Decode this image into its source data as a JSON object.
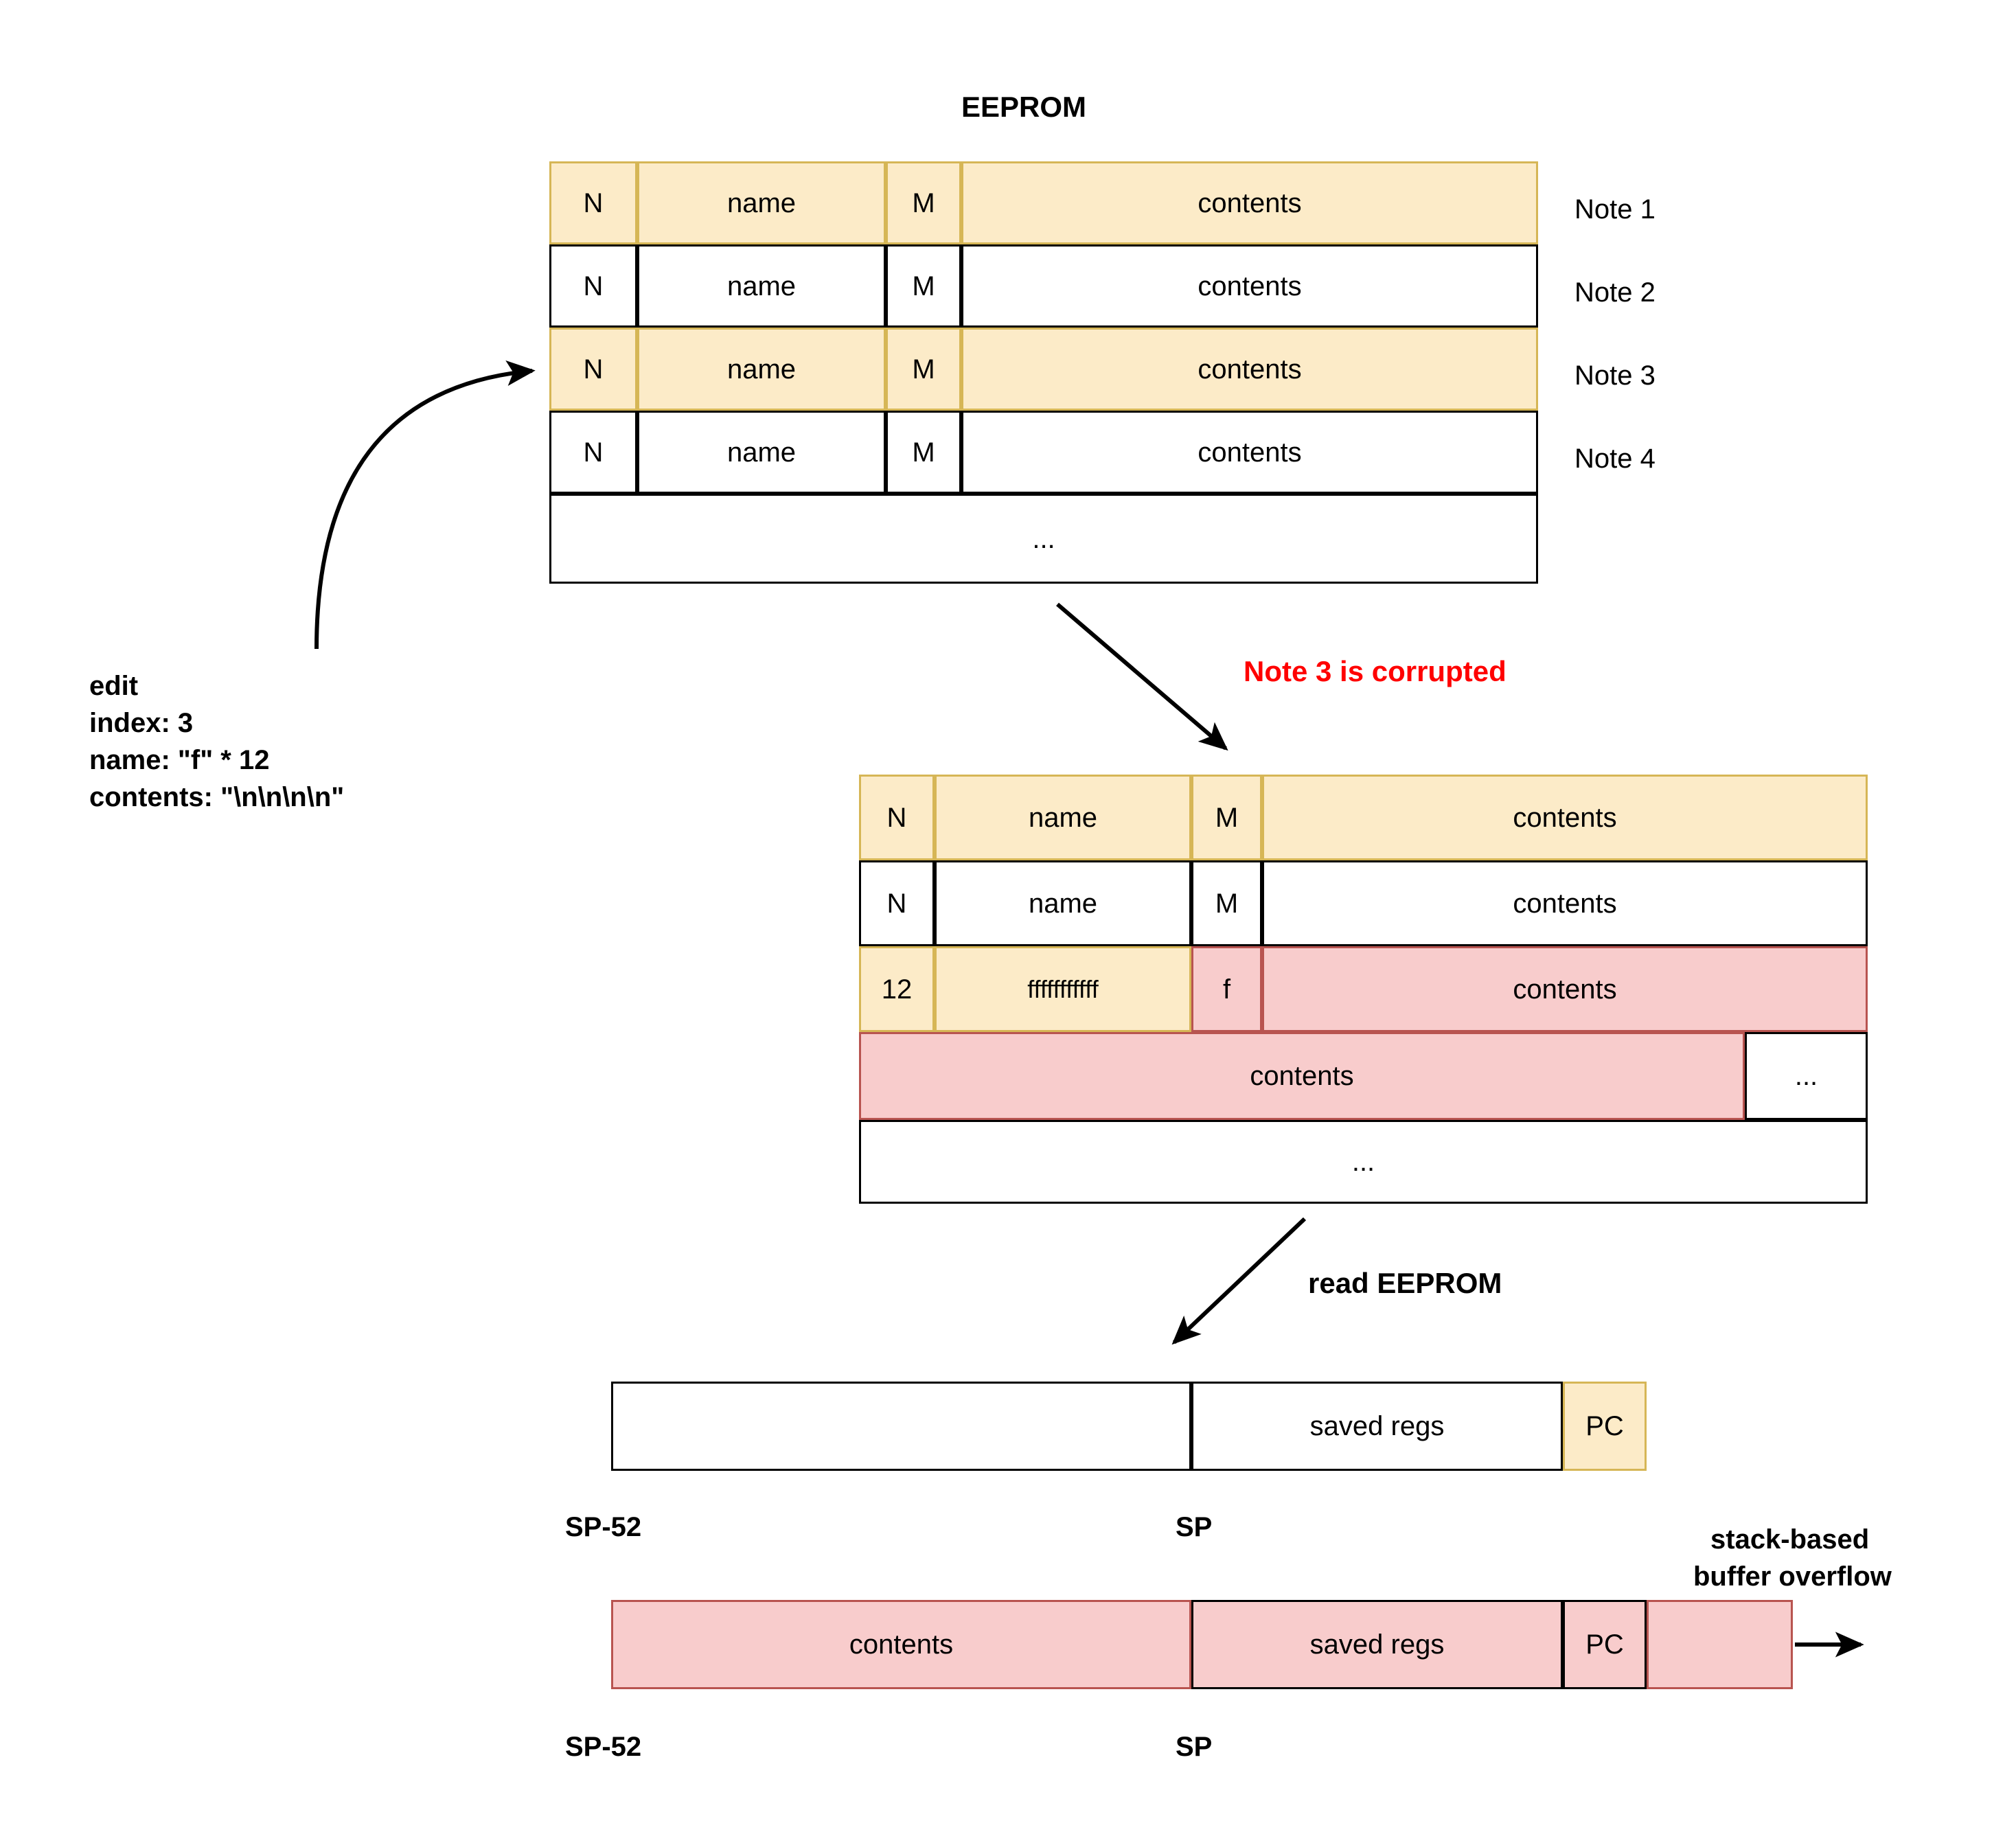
{
  "diagram": {
    "title": "EEPROM",
    "eeprom_table": {
      "name": "eeprom-table",
      "columns": [
        "N",
        "name",
        "M",
        "contents"
      ],
      "rows": [
        {
          "cells": [
            "N",
            "name",
            "M",
            "contents"
          ],
          "highlight": "yellow",
          "side_label": "Note 1"
        },
        {
          "cells": [
            "N",
            "name",
            "M",
            "contents"
          ],
          "highlight": "none",
          "side_label": "Note 2"
        },
        {
          "cells": [
            "N",
            "name",
            "M",
            "contents"
          ],
          "highlight": "yellow",
          "side_label": "Note 3"
        },
        {
          "cells": [
            "N",
            "name",
            "M",
            "contents"
          ],
          "highlight": "none",
          "side_label": "Note 4"
        }
      ],
      "ellipsis_row": "..."
    },
    "edit_block": {
      "line1": "edit",
      "line2": "index: 3",
      "line3": "name: \"f\" * 12",
      "line4": "contents: \"\\n\\n\\n\\n\""
    },
    "corrupted_note_label": "Note 3 is corrupted",
    "corrupted_table": {
      "name": "corrupted-eeprom-table",
      "row1": {
        "cells": [
          "N",
          "name",
          "M",
          "contents"
        ],
        "highlight": "yellow"
      },
      "row2": {
        "cells": [
          "N",
          "name",
          "M",
          "contents"
        ],
        "highlight": "none"
      },
      "row3": {
        "n": "12",
        "name": "fffffffffff",
        "m": "f",
        "contents": "contents"
      },
      "row4": {
        "contents": "contents",
        "ellipsis": "..."
      },
      "ellipsis_row": "..."
    },
    "read_eeprom_label": "read EEPROM",
    "stack_normal": {
      "name": "stack-before",
      "buffer": "",
      "saved_regs": "saved regs",
      "pc": "PC",
      "left_marker": "SP-52",
      "sp_marker": "SP"
    },
    "stack_overflow": {
      "name": "stack-after",
      "contents": "contents",
      "saved_regs": "saved regs",
      "pc": "PC",
      "overflow_tail": "",
      "left_marker": "SP-52",
      "sp_marker": "SP"
    },
    "overflow_label": {
      "line1": "stack-based",
      "line2": "buffer overflow"
    }
  },
  "colors": {
    "yellow_fill": "#fcebc8",
    "yellow_border": "#d6b656",
    "pink_fill": "#f8cccc",
    "pink_border": "#b85450",
    "black": "#000000",
    "red": "#ff0000"
  }
}
